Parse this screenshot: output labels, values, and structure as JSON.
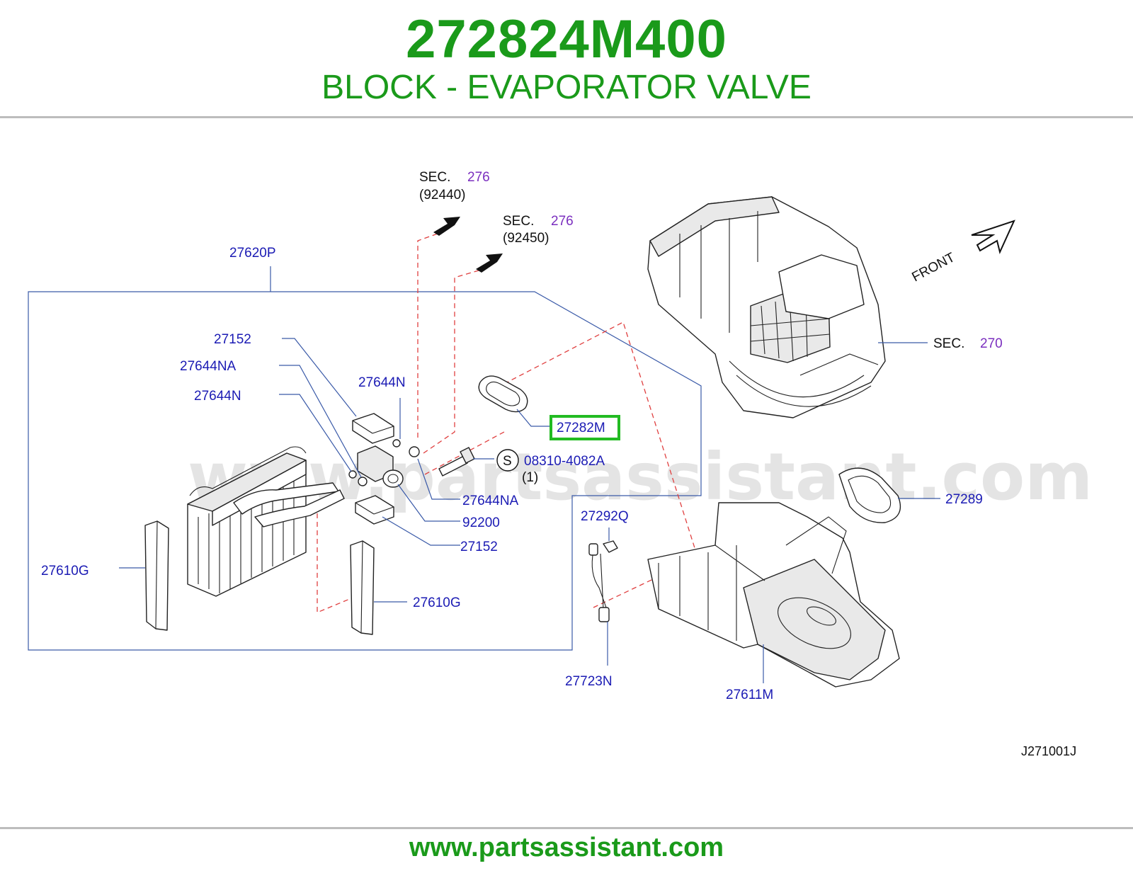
{
  "header": {
    "part_number": "272824M400",
    "part_name": "BLOCK - EVAPORATOR VALVE"
  },
  "diagram": {
    "watermark": "www.partsassistant.com",
    "diagram_code": "J271001J",
    "front_label": "FRONT",
    "highlight_color": "#22bb22",
    "section_refs": [
      {
        "prefix": "SEC.",
        "number": "276",
        "sub": "(92440)"
      },
      {
        "prefix": "SEC.",
        "number": "276",
        "sub": "(92450)"
      },
      {
        "prefix": "SEC.",
        "number": "270"
      }
    ],
    "callouts": {
      "p27620P": "27620P",
      "p27152_top": "27152",
      "p27644NA_top": "27644NA",
      "p27644N_left": "27644N",
      "p27644N_mid": "27644N",
      "p27282M": "27282M",
      "s_symbol": "S",
      "p08310": "08310-4082A",
      "p08310_qty": "(1)",
      "p27644NA_right": "27644NA",
      "p92200": "92200",
      "p27152_right": "27152",
      "p27610G_left": "27610G",
      "p27610G_right": "27610G",
      "p27292Q": "27292Q",
      "p27289": "27289",
      "p27723N": "27723N",
      "p27611M": "27611M"
    }
  },
  "footer": {
    "url": "www.partsassistant.com"
  }
}
